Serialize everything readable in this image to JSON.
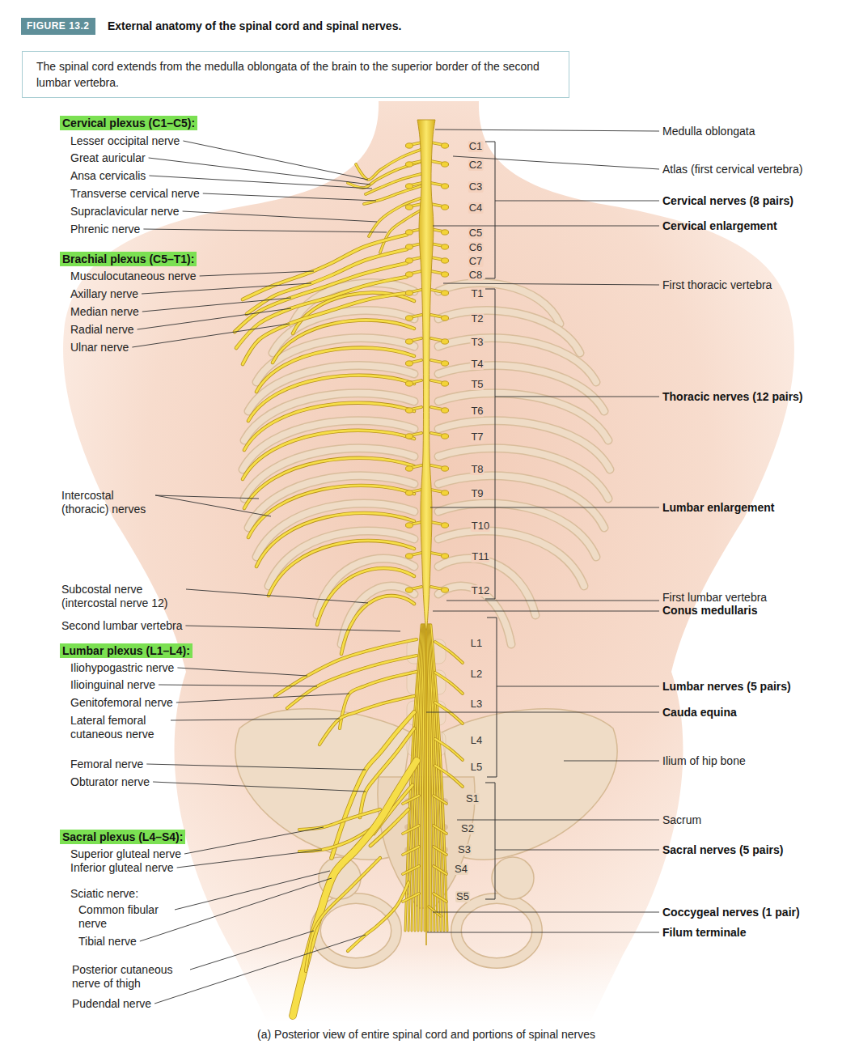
{
  "diagram": {
    "title": "External anatomy of the spinal cord and spinal nerves.",
    "caption": "(a) Posterior view of entire spinal cord and portions of spinal nerves",
    "nodes": [
      {
        "text": [
          "FIGURE 13.2"
        ]
      },
      {
        "text": [
          "The spinal cord extends from the medulla oblongata of the brain to the superior border of the second lumbar vertebra."
        ]
      },
      {
        "text": [
          "Cervical plexus (C1–C5):"
        ]
      },
      {
        "text": [
          "Brachial plexus (C5–T1):"
        ]
      },
      {
        "text": [
          "Lumbar plexus (L1–L4):"
        ]
      },
      {
        "text": [
          "Sacral plexus (L4–S4):"
        ]
      }
    ],
    "labels": [
      "Lesser occipital nerve",
      "Great auricular",
      "Ansa cervicalis",
      "Transverse cervical nerve",
      "Supraclavicular nerve",
      "Phrenic nerve",
      "Musculocutaneous nerve",
      "Axillary nerve",
      "Median nerve",
      "Radial nerve",
      "Ulnar nerve",
      "Intercostal (thoracic) nerves",
      "Subcostal nerve (intercostal nerve 12)",
      "Second lumbar vertebra",
      "Iliohypogastric nerve",
      "Ilioinguinal nerve",
      "Genitofemoral nerve",
      "Lateral femoral cutaneous nerve",
      "Femoral nerve",
      "Obturator nerve",
      "Superior gluteal nerve",
      "Inferior gluteal nerve",
      "Sciatic nerve:",
      "Common fibular nerve",
      "Tibial nerve",
      "Posterior cutaneous nerve of thigh",
      "Pudendal nerve",
      "C1",
      "C2",
      "C3",
      "C4",
      "C5",
      "C6",
      "C7",
      "C8",
      "T1",
      "T2",
      "T3",
      "T4",
      "T5",
      "T6",
      "T7",
      "T8",
      "T9",
      "T10",
      "T11",
      "T12",
      "L1",
      "L2",
      "L3",
      "L4",
      "L5",
      "S1",
      "S2",
      "S3",
      "S4",
      "S5",
      "Medulla oblongata",
      "Atlas (first cervical vertebra)",
      "Cervical nerves (8 pairs)",
      "Cervical enlargement",
      "First thoracic vertebra",
      "Thoracic nerves (12 pairs)",
      "Lumbar enlargement",
      "First lumbar vertebra",
      "Conus medullaris",
      "Lumbar nerves (5 pairs)",
      "Cauda equina",
      "Ilium of hip bone",
      "Sacrum",
      "Sacral nerves (5 pairs)",
      "Coccygeal nerves (1 pair)",
      "Filum terminale"
    ]
  }
}
